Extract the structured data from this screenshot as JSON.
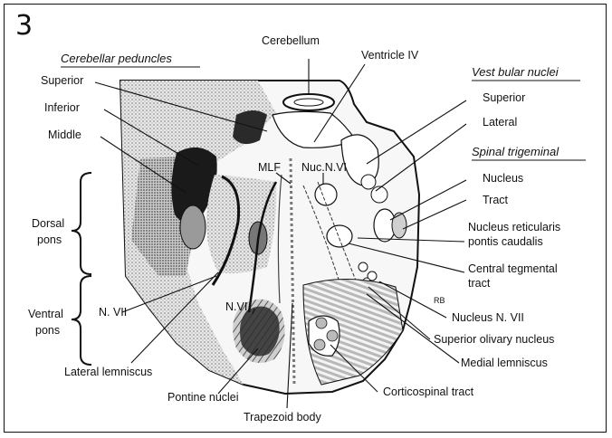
{
  "figure_number": "3",
  "headers": {
    "cerebellar_peduncles": "Cerebellar peduncles",
    "vestibular_nuclei": "Vest bular nuclei",
    "spinal_trigeminal": "Spinal trigeminal"
  },
  "labels": {
    "cerebellum": "Cerebellum",
    "ventricle_iv": "Ventricle IV",
    "superior_peduncle": "Superior",
    "inferior_peduncle": "Inferior",
    "middle_peduncle": "Middle",
    "vestibular_superior": "Superior",
    "vestibular_lateral": "Lateral",
    "trigeminal_nucleus": "Nucleus",
    "trigeminal_tract": "Tract",
    "nucleus_reticularis_1": "Nucleus reticularis",
    "nucleus_reticularis_2": "pontis caudalis",
    "central_tegmental_1": "Central tegmental",
    "central_tegmental_2": "tract",
    "mlf": "MLF",
    "nuc_n_vi": "Nuc.N.VI",
    "dorsal_pons_1": "Dorsal",
    "dorsal_pons_2": "pons",
    "ventral_pons_1": "Ventral",
    "ventral_pons_2": "pons",
    "n_vii_left": "N. VII",
    "n_vi_center": "N.VI",
    "nucleus_n_vii": "Nucleus N. VII",
    "superior_olivary": "Superior olivary nucleus",
    "medial_lemniscus": "Medial lemniscus",
    "corticospinal": "Corticospinal tract",
    "lateral_lemniscus": "Lateral lemniscus",
    "pontine_nuclei": "Pontine nuclei",
    "trapezoid_body": "Trapezoid body",
    "initials": "RB"
  }
}
